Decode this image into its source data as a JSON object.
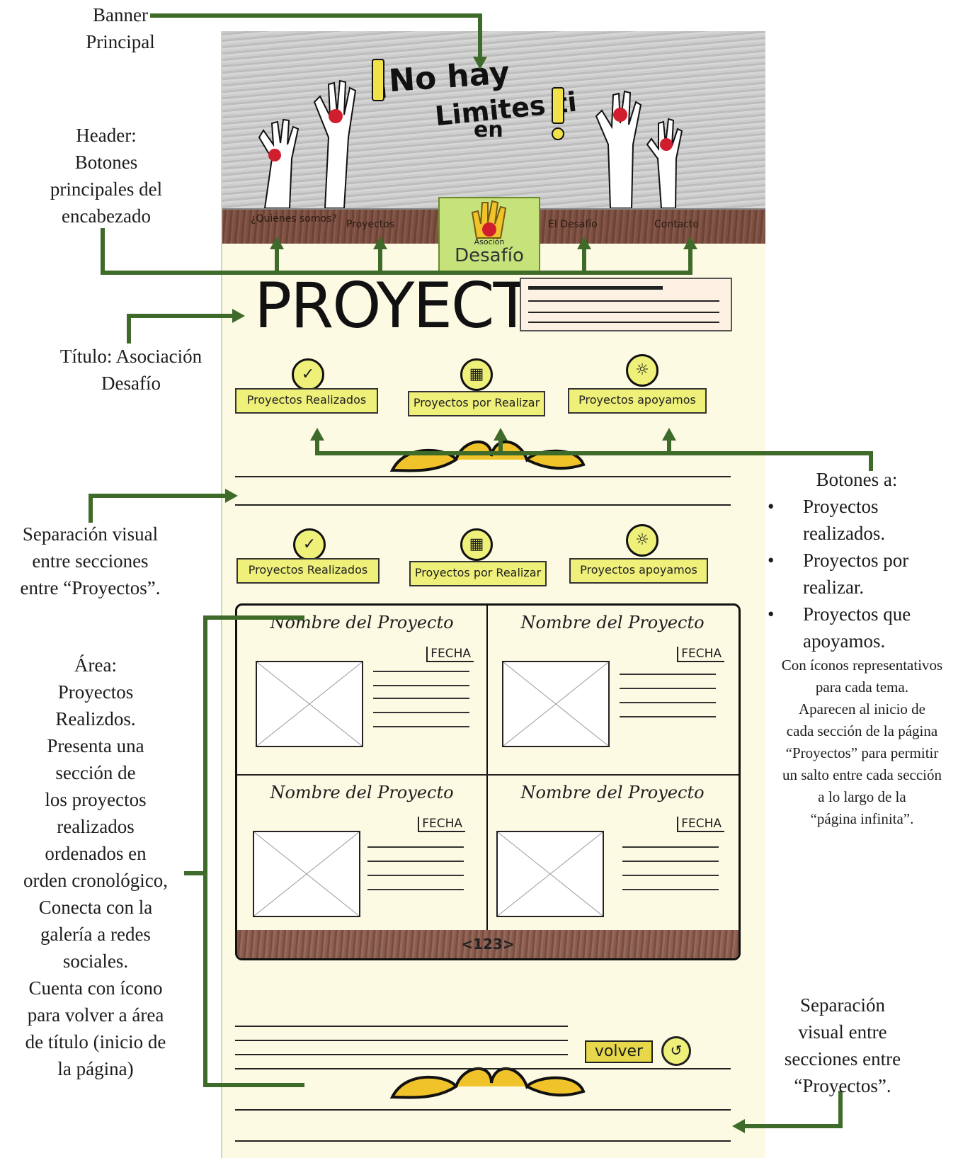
{
  "annotations": {
    "banner": [
      "Banner",
      "Principal"
    ],
    "header": [
      "Header:",
      "Botones",
      "principales del",
      "encabezado"
    ],
    "titulo": [
      "Título: Asociación",
      "Desafío"
    ],
    "separacion1": [
      "Separación visual",
      "entre secciones",
      "entre “Proyectos”."
    ],
    "area": [
      "Área:",
      "Proyectos",
      "Realizdos.",
      "Presenta una",
      "sección de",
      "los proyectos",
      "realizados",
      "ordenados en",
      "orden cronológico,",
      "Conecta con la",
      "galería a redes",
      "sociales.",
      "Cuenta con ícono",
      "para volver a área",
      "de título (inicio de",
      "la página)"
    ],
    "botones_title": "Botones a:",
    "botones_items": [
      "Proyectos realizados.",
      "Proyectos por realizar.",
      "Proyectos que apoyamos."
    ],
    "botones_desc": [
      "Con íconos representativos",
      "para cada tema.",
      "Aparecen al inicio de",
      "cada sección de la página",
      "“Proyectos” para permitir",
      "un salto entre cada sección",
      "a lo largo de la",
      "“página infinita”."
    ],
    "separacion2": [
      "Separación",
      "visual entre",
      "secciones entre",
      "“Proyectos”."
    ]
  },
  "sketch": {
    "banner_line1": "¡No hay",
    "banner_line2": "Limites ti",
    "banner_line3": "en",
    "nav": [
      "¿Quienes somos?",
      "Proyectos",
      "El Desafío",
      "Contacto"
    ],
    "logo_small": "Asoción",
    "logo_big": "Desafío",
    "page_title": "PROYECTOS",
    "buttons": [
      "Proyectos Realizados",
      "Proyectos por Realizar",
      "Proyectos apoyamos"
    ],
    "card_title_a": "Nombre del Proyecto",
    "card_date_a": "FECHA",
    "card_title_b": "Nombre del Proyecto",
    "card_date_b": "FECHA",
    "card_title_c": "Nombre del Proyecto",
    "card_date_c": "FECHA",
    "card_title_d": "Nombre del Proyecto",
    "card_date_d": "FECHA",
    "pager": "<123>",
    "volver": "volver"
  },
  "colors": {
    "arrow": "#3f6b2a",
    "button": "#eef07a",
    "wood": "#7b4f41",
    "paper": "#fdfae3"
  }
}
